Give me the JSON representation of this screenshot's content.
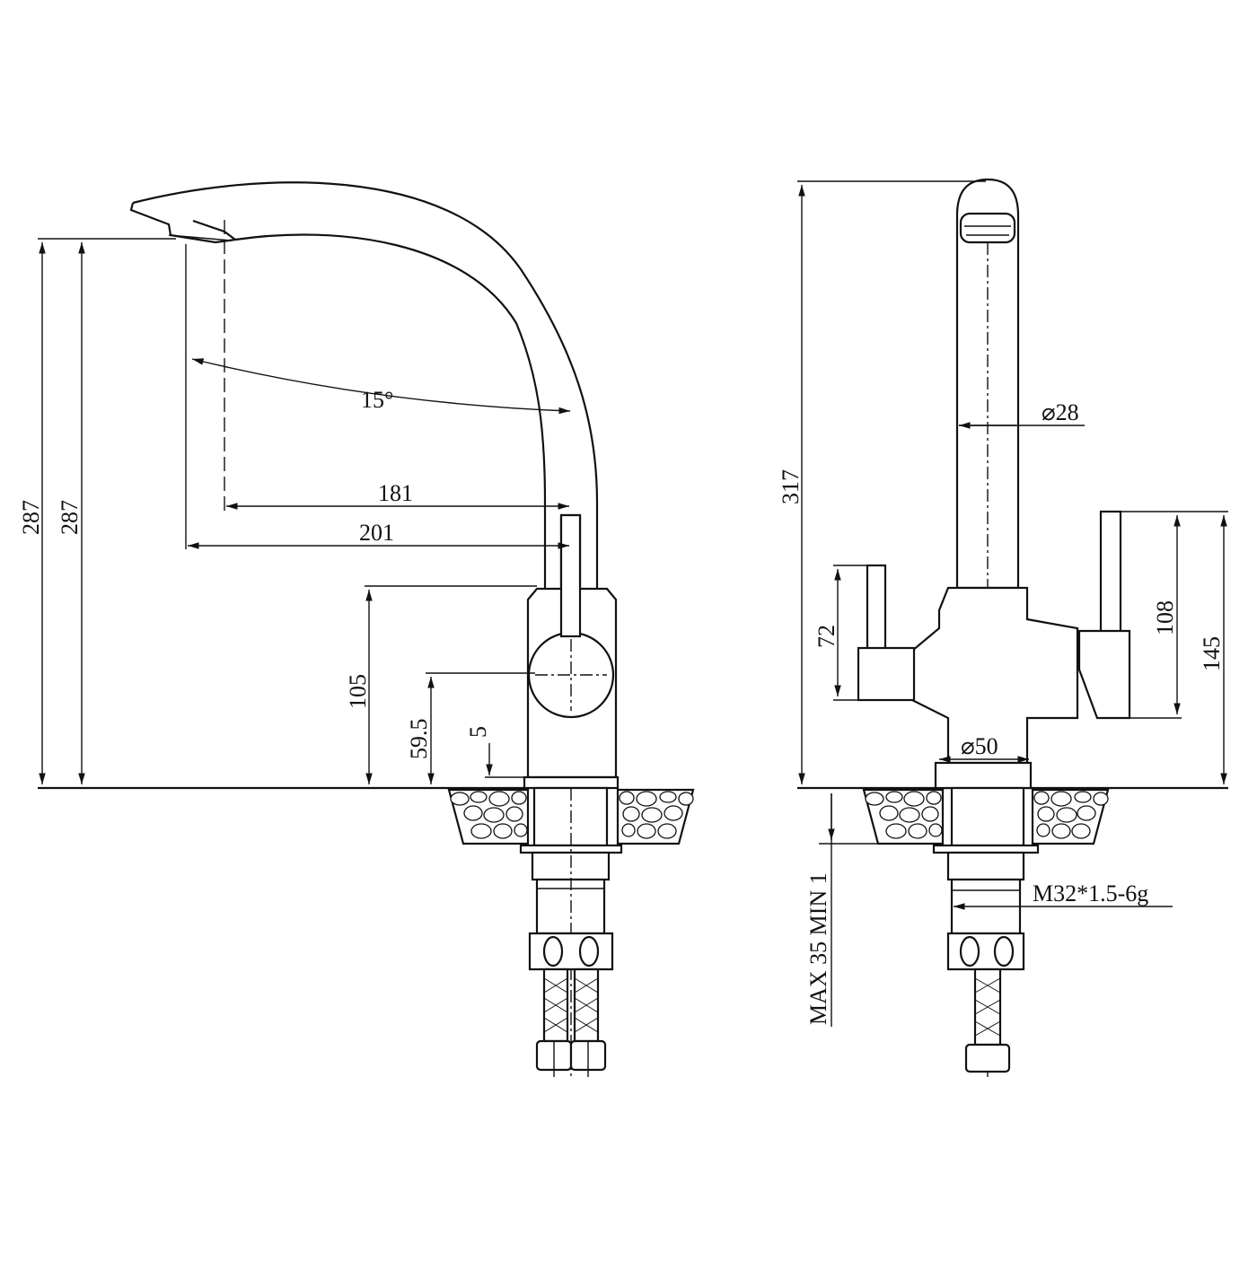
{
  "side_view": {
    "dims": {
      "height_outer": "287",
      "height_inner": "287",
      "angle": "15°",
      "reach_181": "181",
      "reach_201": "201",
      "handle_height": "105",
      "handle_center": "59.5",
      "base_gap": "5"
    }
  },
  "front_view": {
    "dims": {
      "total_height": "317",
      "spout_diameter": "⌀28",
      "left_lever": "72",
      "right_lever": "108",
      "right_total": "145",
      "base_diameter": "⌀50",
      "thread": "M32*1.5-6g",
      "counter_thickness": "MAX 35 MIN 1"
    }
  }
}
